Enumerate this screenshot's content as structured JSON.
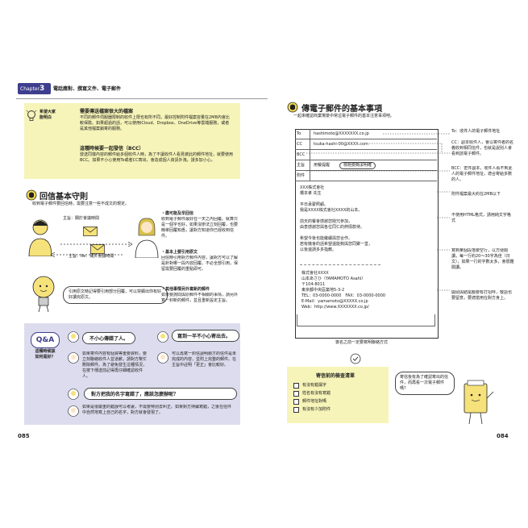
{
  "header": {
    "chapter_label": "Chapter",
    "chapter_num": "3",
    "title": "電話應對、撰寫文件、電子郵件"
  },
  "left": {
    "tip_label": "希望大家\n能明白",
    "tip_heading_1": "需要傳送檔案很大的檔案",
    "tip_body_1": "不同的郵件伺服器限制的收件上限也有所不同，最好控制附件檔案容量在2MB內會比較保險。如果超過的話，可以使用iCloud、Dropbox、OneDrive等雲端服務，或者是其他檔案銷寄的服務。",
    "tip_heading_2": "這種時候要一起發信（BCC）",
    "tip_body_2": "發送同樣內容的郵件給多個收件人時，為了不讓收件人看見彼此的郵件地址，就要使用BCC。如果不小心使用To或者CC寄出，會造成個人資訊外洩，請多加小心。",
    "section_title": "回信基本守則",
    "section_desc": "收到電子郵件要回信時，需要注意一些不成文的規定。",
    "subject_1": "主旨：關於會議時間",
    "subject_2": "主旨：Re：關於會議時間",
    "note_body": "引用原文時記得要引用部分回覆，可以突顯出你有好好讀完原文。",
    "rules": [
      {
        "title": "・盡可能及早回信",
        "body": "收到電子郵件最好在一天之內回覆。就算只是一個字也好，如果沒辦法立刻回覆，也要簡單回覆知悉，讓對方知道你已經收到信件。"
      },
      {
        "title": "・基本上要引用原文",
        "body": "回信時引用對方郵件內容，讓對方可以了解是針對哪一段內容回覆。不必全部引用，保留需要回覆的重點即可。"
      },
      {
        "title": "・其他事情另外寫新的郵件",
        "body": "如果要詢問與原郵件不相關的事情，請另外寫一封新的郵件，並且重新設定主旨。"
      }
    ],
    "qa_badge": "Q&A",
    "qa_caption": "這種時候該\n如何是好？",
    "q1": "不小心傳錯了人。",
    "a1": "如果寄件內容有個資等重要資料，要立刻聯絡收件人並道歉，請對方幫忙刪除郵件。為了避免發生這種情況，在按下傳送前記得再仔細確認收件人。",
    "q2": "寫到一半不小心寄出去。",
    "a2": "可以再寫一封信說明剛才的信件是未完成的內容，並附上完整的郵件。在主旨中註明「更正」會比較好。",
    "q3": "對方把我的名字寫錯了，應該怎麼辦呢？",
    "a3": "如果是很嚴重的錯誤可以考慮，不需要特別去糾正。如果對方持續寫錯，之後在信件中自然地寫上自己的名字，對方就會發現了。",
    "page_num": "085"
  },
  "right": {
    "section_title": "傳電子郵件的基本事項",
    "section_desc": "一起來確認商業場景中常這電子郵件的基本注意事項吧。",
    "email": {
      "to_label": "To",
      "to_value": "hashimoto@XXXXXXX.co.jp",
      "cc_label": "CC",
      "cc_value": "tsuka-hashi-00@XXXX.com",
      "bcc_label": "BCC",
      "bcc_value": "",
      "subject_label": "主旨",
      "subject_value_1": "用餐提醒",
      "subject_value_2": "標題要簡潔明確",
      "attach_label": "附件",
      "attach_value": "",
      "body_lines": [
        "XXX株式會社",
        "橋本孝 先生",
        "",
        "平日承蒙照顧。",
        "我是XXXX株式會社XXXX的山本。",
        "",
        "前天的餐會感謝您撥冗參加，",
        "由衷感謝您與各位同仁的熱情款待。",
        "",
        "希望今後也能繼續與您合作。",
        "若有機會的話希望還能夠與您同聚一堂，",
        "以後還請多多指教。"
      ],
      "signature_lines": [
        "株式會社XXXX",
        "山本あさひ（YAMAMOTO Asahi）",
        "〒104-8011",
        "東京都中央區築地5-3-2",
        "TEL：03-0000-0000　FAX：03-0000-0000",
        "E-Mail：yamamoto@XXXXX.co.jp",
        "Web：http://www.XXXXXXX.co.jp/"
      ],
      "signature_note": "簽名之前一定要寫明聯絡方式"
    },
    "annotations": [
      "To：收件人的電子郵件地址",
      "CC：副本收件人，會以寄件者的名義收到相同信件，也就是說別人會看到該電子郵件。",
      "BCC：密件副本，收件人看不到此人的電子郵件地址，適合寄給多數的人。",
      "附件檔案最大約在2MB以下",
      "不使用HTML格式，請用純文字格式",
      "寫到某個段落要空行，以方便閱讀，每一行約20～30字為佳（日文），如果一行的字數太多，會很難閱讀。",
      "開頭與結尾都要有打招呼，敬語也要留意，要適當用在對方身上。"
    ],
    "checklist_title": "寄信前的檢查清單",
    "checklist": [
      "有沒有錯漏字",
      "姓名有沒有寫錯",
      "郵件地址對嗎",
      "有沒有少加附件"
    ],
    "mascot_note": "寄信後有為了確認寄出的信件，而再看一次電子郵件嗎？",
    "page_num": "084"
  }
}
